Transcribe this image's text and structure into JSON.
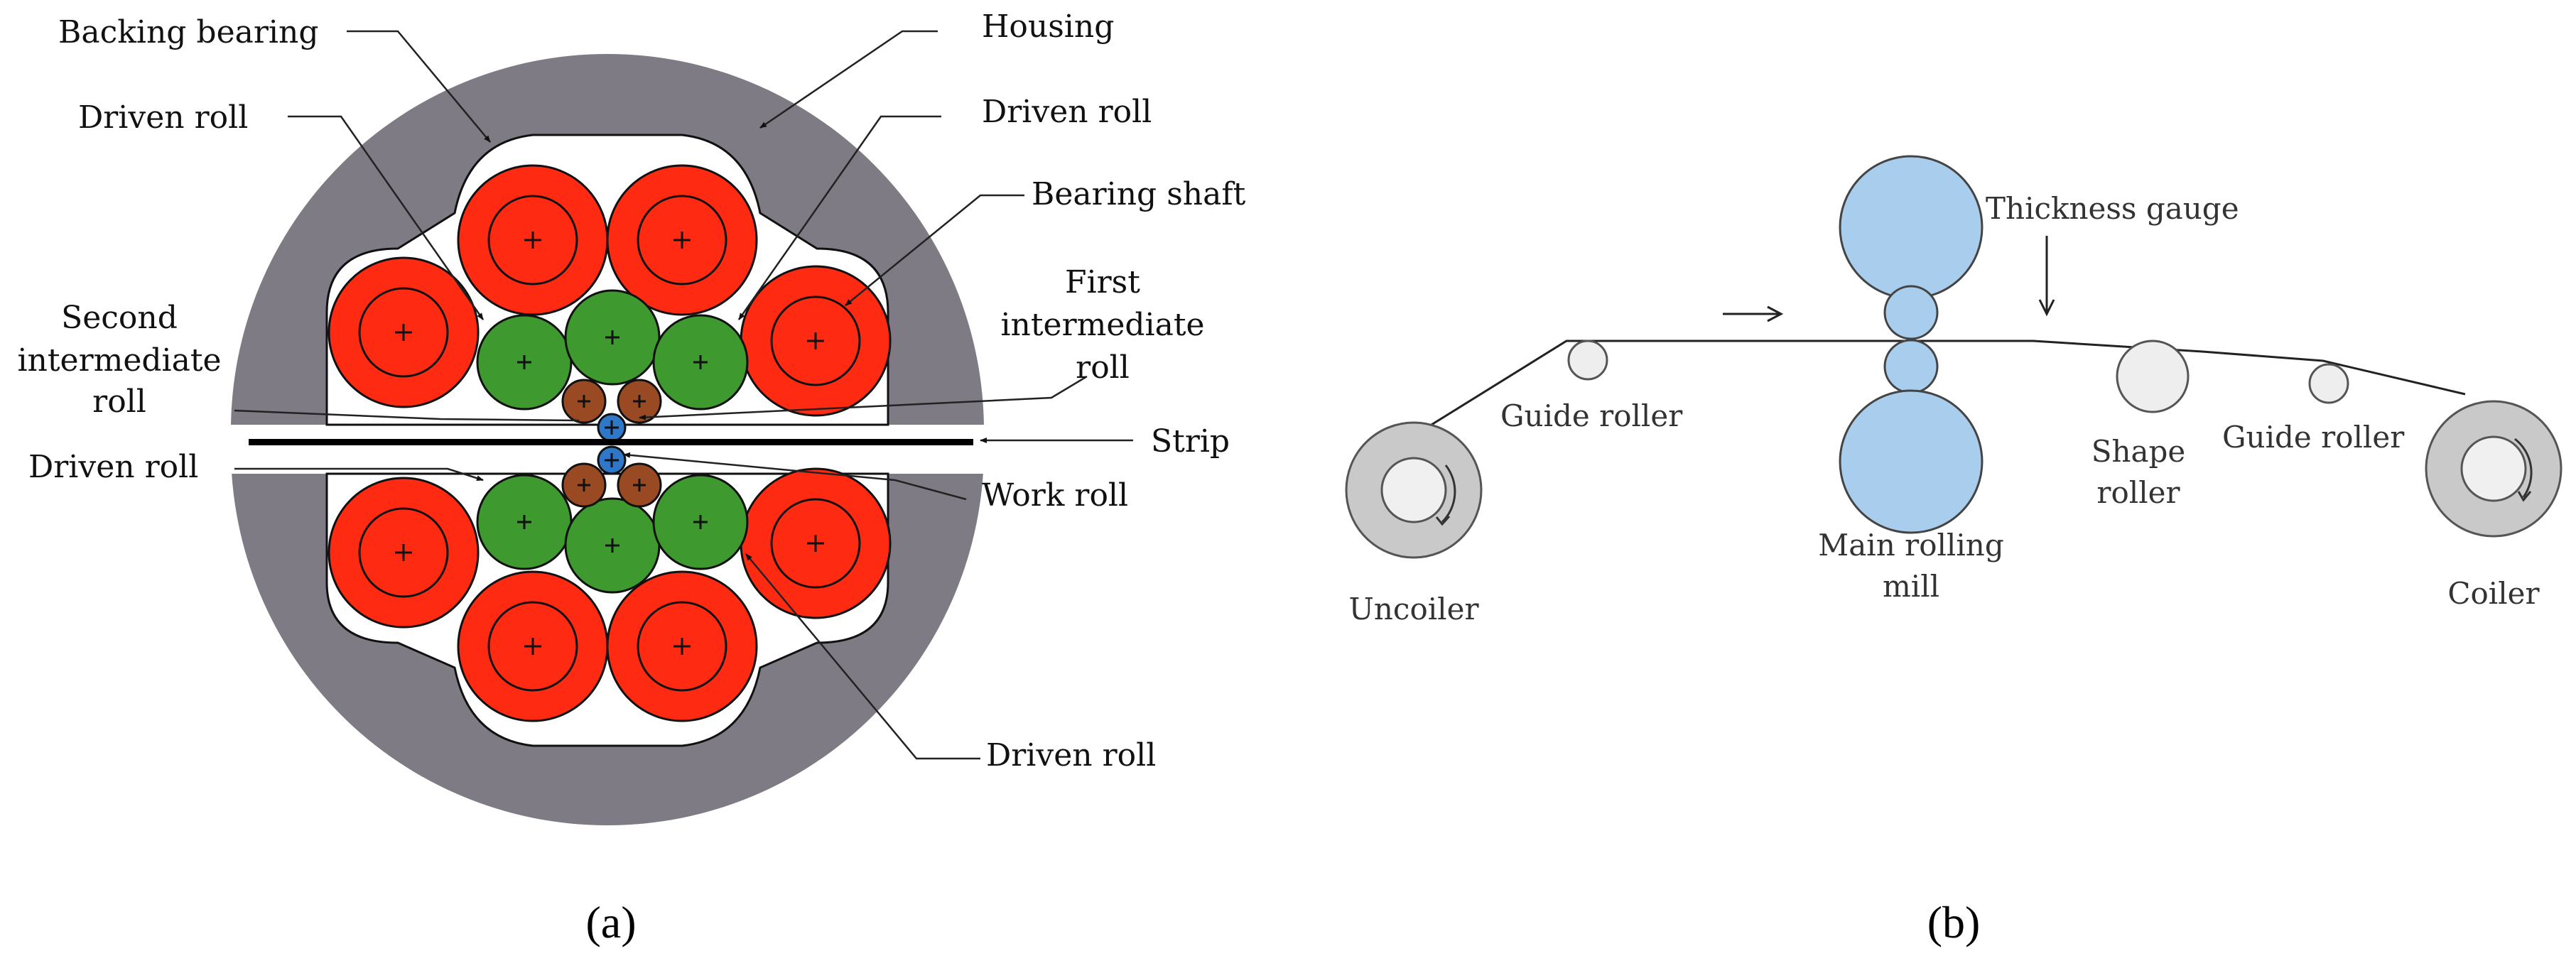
{
  "colors": {
    "housing": "#7f7b85",
    "backing_bearing": "#ff2a12",
    "first_intermediate": "#3e9a2e",
    "second_intermediate": "#9a4a23",
    "work_roll": "#2f78c9",
    "mill_roll": "#a9cdec",
    "coil": "#c9c9c9"
  },
  "panel_a": {
    "caption": "(a)",
    "labels": {
      "housing": "Housing",
      "backing_bearing": "Backing bearing",
      "driven_roll_top_left": "Driven roll",
      "driven_roll_top_right": "Driven roll",
      "bearing_shaft": "Bearing shaft",
      "first_intermediate_line1": "First",
      "first_intermediate_line2": "intermediate",
      "first_intermediate_line3": "roll",
      "second_intermediate_line1": "Second",
      "second_intermediate_line2": "intermediate",
      "second_intermediate_line3": "roll",
      "strip": "Strip",
      "driven_roll_mid_left": "Driven roll",
      "work_roll": "Work roll",
      "driven_roll_bottom": "Driven roll"
    }
  },
  "panel_b": {
    "caption": "(b)",
    "labels": {
      "thickness_gauge": "Thickness gauge",
      "guide_roller_left": "Guide roller",
      "guide_roller_right": "Guide roller",
      "shape_roller_line1": "Shape",
      "shape_roller_line2": "roller",
      "main_mill_line1": "Main rolling",
      "main_mill_line2": "mill",
      "uncoiler": "Uncoiler",
      "coiler": "Coiler"
    }
  }
}
